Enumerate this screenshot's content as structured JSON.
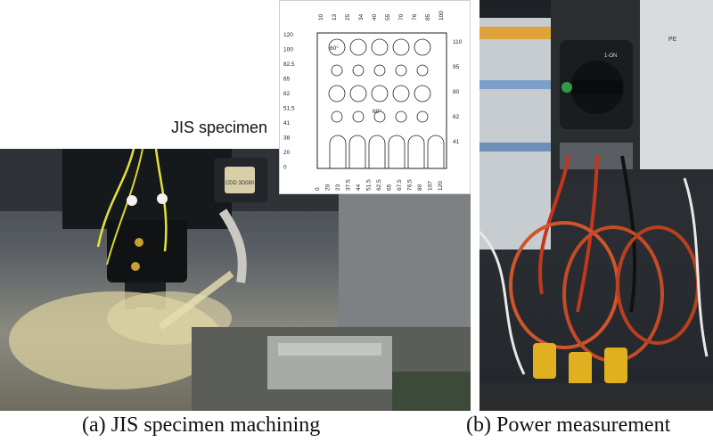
{
  "captions": {
    "left": "(a) JIS specimen machining",
    "right": "(b) Power measurement"
  },
  "drawing_label": "JIS specimen",
  "drawing": {
    "top_dims": [
      "10",
      "13",
      "25",
      "34",
      "40",
      "55",
      "70",
      "76",
      "85",
      "100"
    ],
    "left_dims": [
      "120",
      "100",
      "82.5",
      "65",
      "62",
      "51.5",
      "41",
      "38",
      "20",
      "0"
    ],
    "right_dims": [
      "110",
      "95",
      "80",
      "62",
      "41"
    ],
    "bottom_dims": [
      "0",
      "20",
      "23",
      "37.5",
      "44",
      "51.5",
      "62.5",
      "65",
      "67.5",
      "76.5",
      "80",
      "107",
      "120"
    ],
    "angle_note": "60°"
  },
  "photo_a_texts": {
    "camera_label": "CDD 3D080"
  },
  "photo_b_texts": {
    "switch_label": "1-ON",
    "pe_label": "PE"
  }
}
